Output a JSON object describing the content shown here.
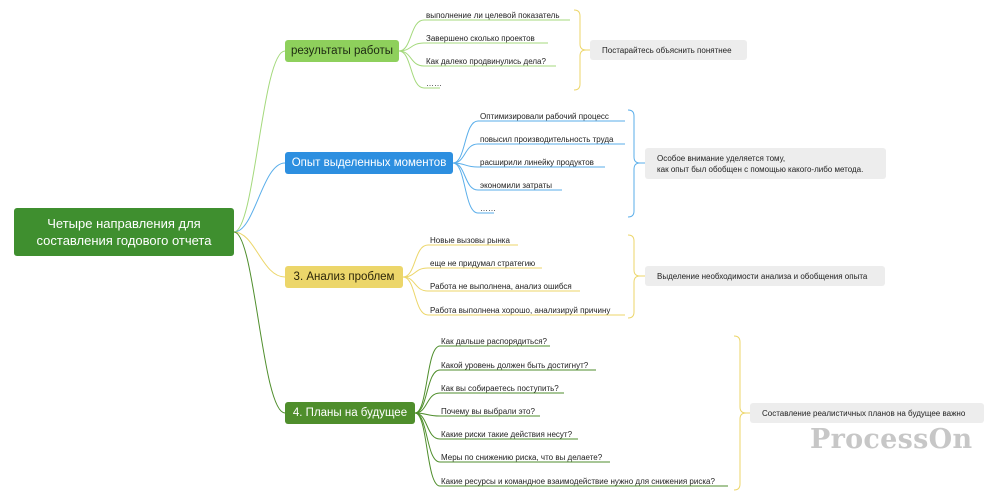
{
  "root": {
    "title": "Четыре направления для\nсоставления годового отчета"
  },
  "branches": [
    {
      "label": "результаты работы",
      "color": "#8ed05c",
      "items": [
        "выполнение ли целевой показатель",
        "Завершено сколько проектов",
        "Как далеко продвинулись дела?",
        "……"
      ],
      "summary": "Постарайтесь объяснить понятнее"
    },
    {
      "label": "Опыт выделенных моментов",
      "color": "#2d8fe0",
      "items": [
        "Оптимизировали рабочий процесс",
        "повысил производительность труда",
        "расширили линейку продуктов",
        "экономили затраты",
        "……"
      ],
      "summary": "Особое внимание уделяется тому,\nкак опыт был обобщен с помощью какого-либо метода."
    },
    {
      "label": "3. Анализ проблем",
      "color": "#ecd66a",
      "items": [
        "Новые вызовы рынка",
        "еще не придумал стратегию",
        "Работа не выполнена, анализ ошибся",
        "Работа выполнена хорошо, анализируй причину"
      ],
      "summary": "Выделение необходимости анализа и обобщения опыта"
    },
    {
      "label": "4. Планы на будущее",
      "color": "#4f8e2c",
      "items": [
        "Как дальше распорядиться?",
        "Какой уровень должен быть достигнут?",
        "Как вы собираетесь поступить?",
        "Почему вы выбрали это?",
        "Какие риски такие действия несут?",
        "Меры по снижению риска, что вы делаете?",
        "Какие ресурсы и командное взаимодействие нужно для снижения риска?"
      ],
      "summary": "Составление реалистичных планов на будущее важно"
    }
  ],
  "watermark": "ProcessOn"
}
